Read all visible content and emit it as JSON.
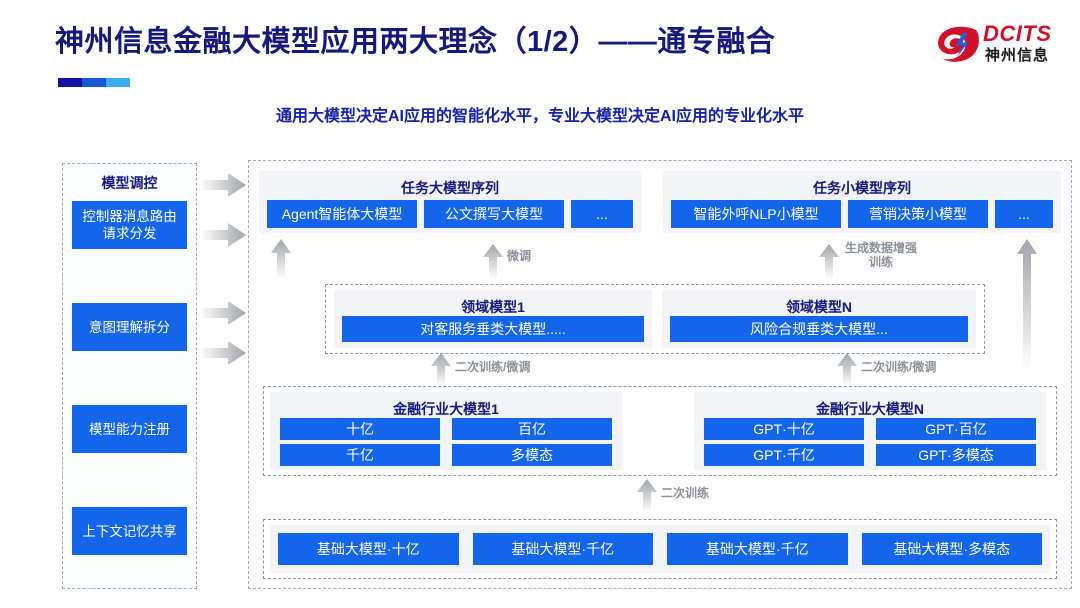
{
  "header": {
    "title": "神州信息金融大模型应用两大理念（1/2）——通专融合",
    "subtitle": "通用大模型决定AI应用的智能化水平，专业大模型决定AI应用的专业化水平",
    "logo": {
      "en": "DCITS",
      "cn": "神州信息",
      "mark_icon": "dcits-swirl-icon",
      "color": "#d0112b"
    }
  },
  "left_panel": {
    "title": "模型调控",
    "items": [
      {
        "label": "控制器消息路由请求分发"
      },
      {
        "label": "意图理解拆分"
      },
      {
        "label": "模型能力注册"
      },
      {
        "label": "上下文记忆共享"
      }
    ],
    "connector_icon": "right-arrow-icon",
    "connector_count": 4
  },
  "diagram": {
    "task_sequences": [
      {
        "title": "任务大模型序列",
        "chips": [
          "Agent智能体大模型",
          "公文撰写大模型",
          "..."
        ]
      },
      {
        "title": "任务小模型序列",
        "chips": [
          "智能外呼NLP小模型",
          "营销决策小模型",
          "..."
        ]
      }
    ],
    "domain_models": [
      {
        "title": "领域模型1",
        "chip": "对客服务垂类大模型....."
      },
      {
        "title": "领域模型N",
        "chip": "风险合规垂类大模型..."
      }
    ],
    "industry_models": [
      {
        "title": "金融行业大模型1",
        "chips": [
          "十亿",
          "百亿",
          "千亿",
          "多模态"
        ]
      },
      {
        "title": "金融行业大模型N",
        "chips": [
          "GPT·十亿",
          "GPT·百亿",
          "GPT·千亿",
          "GPT·多模态"
        ]
      }
    ],
    "base_models": {
      "chips": [
        "基础大模型·十亿",
        "基础大模型·千亿",
        "基础大模型·千亿",
        "基础大模型·多模态"
      ]
    },
    "arrow_labels": {
      "fine_tune": "微调",
      "data_aug": "生成数据增强\n训练",
      "data_aug_line1": "生成数据增强",
      "data_aug_line2": "训练",
      "retrain_tune_left": "二次训练/微调",
      "retrain_tune_right": "二次训练/微调",
      "retrain": "二次训练"
    },
    "up_arrow_icon": "up-arrow-icon"
  },
  "colors": {
    "chip_blue": "#1366ec",
    "title_navy": "#14197a",
    "arrow_gray": "#b9bdc4",
    "panel_gray": "#f2f4f7",
    "dash_border": "#7f93c4"
  }
}
